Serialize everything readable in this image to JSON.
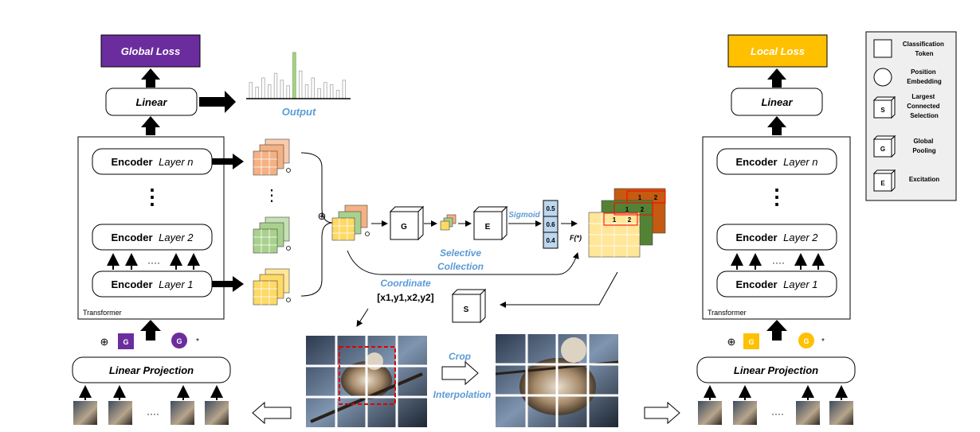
{
  "left": {
    "loss_label": "Global Loss",
    "loss_color": "#6b2d9e",
    "linear_label": "Linear",
    "encoder_word": "Encoder",
    "layer_n": "Layer n",
    "layer_2": "Layer 2",
    "layer_1": "Layer 1",
    "arrows_dots": "····",
    "transformer_label": "Transformer",
    "projection_label": "Linear Projection",
    "plus_symbol": "⊕",
    "cls_token": "G",
    "pos_token": "G",
    "star": "*",
    "patch_dots": "····"
  },
  "right": {
    "loss_label": "Local Loss",
    "loss_color": "#ffc000",
    "linear_label": "Linear",
    "encoder_word": "Encoder",
    "layer_n": "Layer n",
    "layer_2": "Layer 2",
    "layer_1": "Layer 1",
    "arrows_dots": "····",
    "transformer_label": "Transformer",
    "projection_label": "Linear Projection",
    "plus_symbol": "⊕",
    "cls_token": "G",
    "pos_token": "G",
    "star": "*",
    "patch_dots": "····"
  },
  "middle": {
    "output_label": "Output",
    "plus_symbol": "⊕",
    "vertical_dots": "⋮",
    "g_cube": "G",
    "e_cube": "E",
    "s_cube": "S",
    "sigmoid_label": "Sigmoid",
    "weights": [
      "0.5",
      "0.6",
      "0.4"
    ],
    "f_label": "F(*)",
    "selective_line1": "Selective",
    "selective_line2": "Collection",
    "coordinate_label": "Coordinate",
    "coords_text": "[x1,y1,x2,y2]",
    "map_cells": [
      "1",
      "2",
      "1",
      "2",
      "1",
      "2"
    ],
    "crop_label": "Crop",
    "interp_label": "Interpolation",
    "accent_color": "#5b9bd5",
    "output_bars": [
      0.35,
      0.25,
      0.45,
      0.3,
      0.55,
      0.4,
      0.28,
      1.0,
      0.6,
      0.3,
      0.45,
      0.22,
      0.35,
      0.3,
      0.18,
      0.4
    ]
  },
  "legend": {
    "items": [
      {
        "letter": "",
        "label_lines": [
          "Classification",
          "Token"
        ]
      },
      {
        "letter": "",
        "label_lines": [
          "Position",
          "Embedding"
        ]
      },
      {
        "letter": "S",
        "label_lines": [
          "Largest",
          "Connected",
          "Selection"
        ]
      },
      {
        "letter": "G",
        "label_lines": [
          "Global",
          "Pooling"
        ]
      },
      {
        "letter": "E",
        "label_lines": [
          "Excitation"
        ]
      }
    ]
  }
}
